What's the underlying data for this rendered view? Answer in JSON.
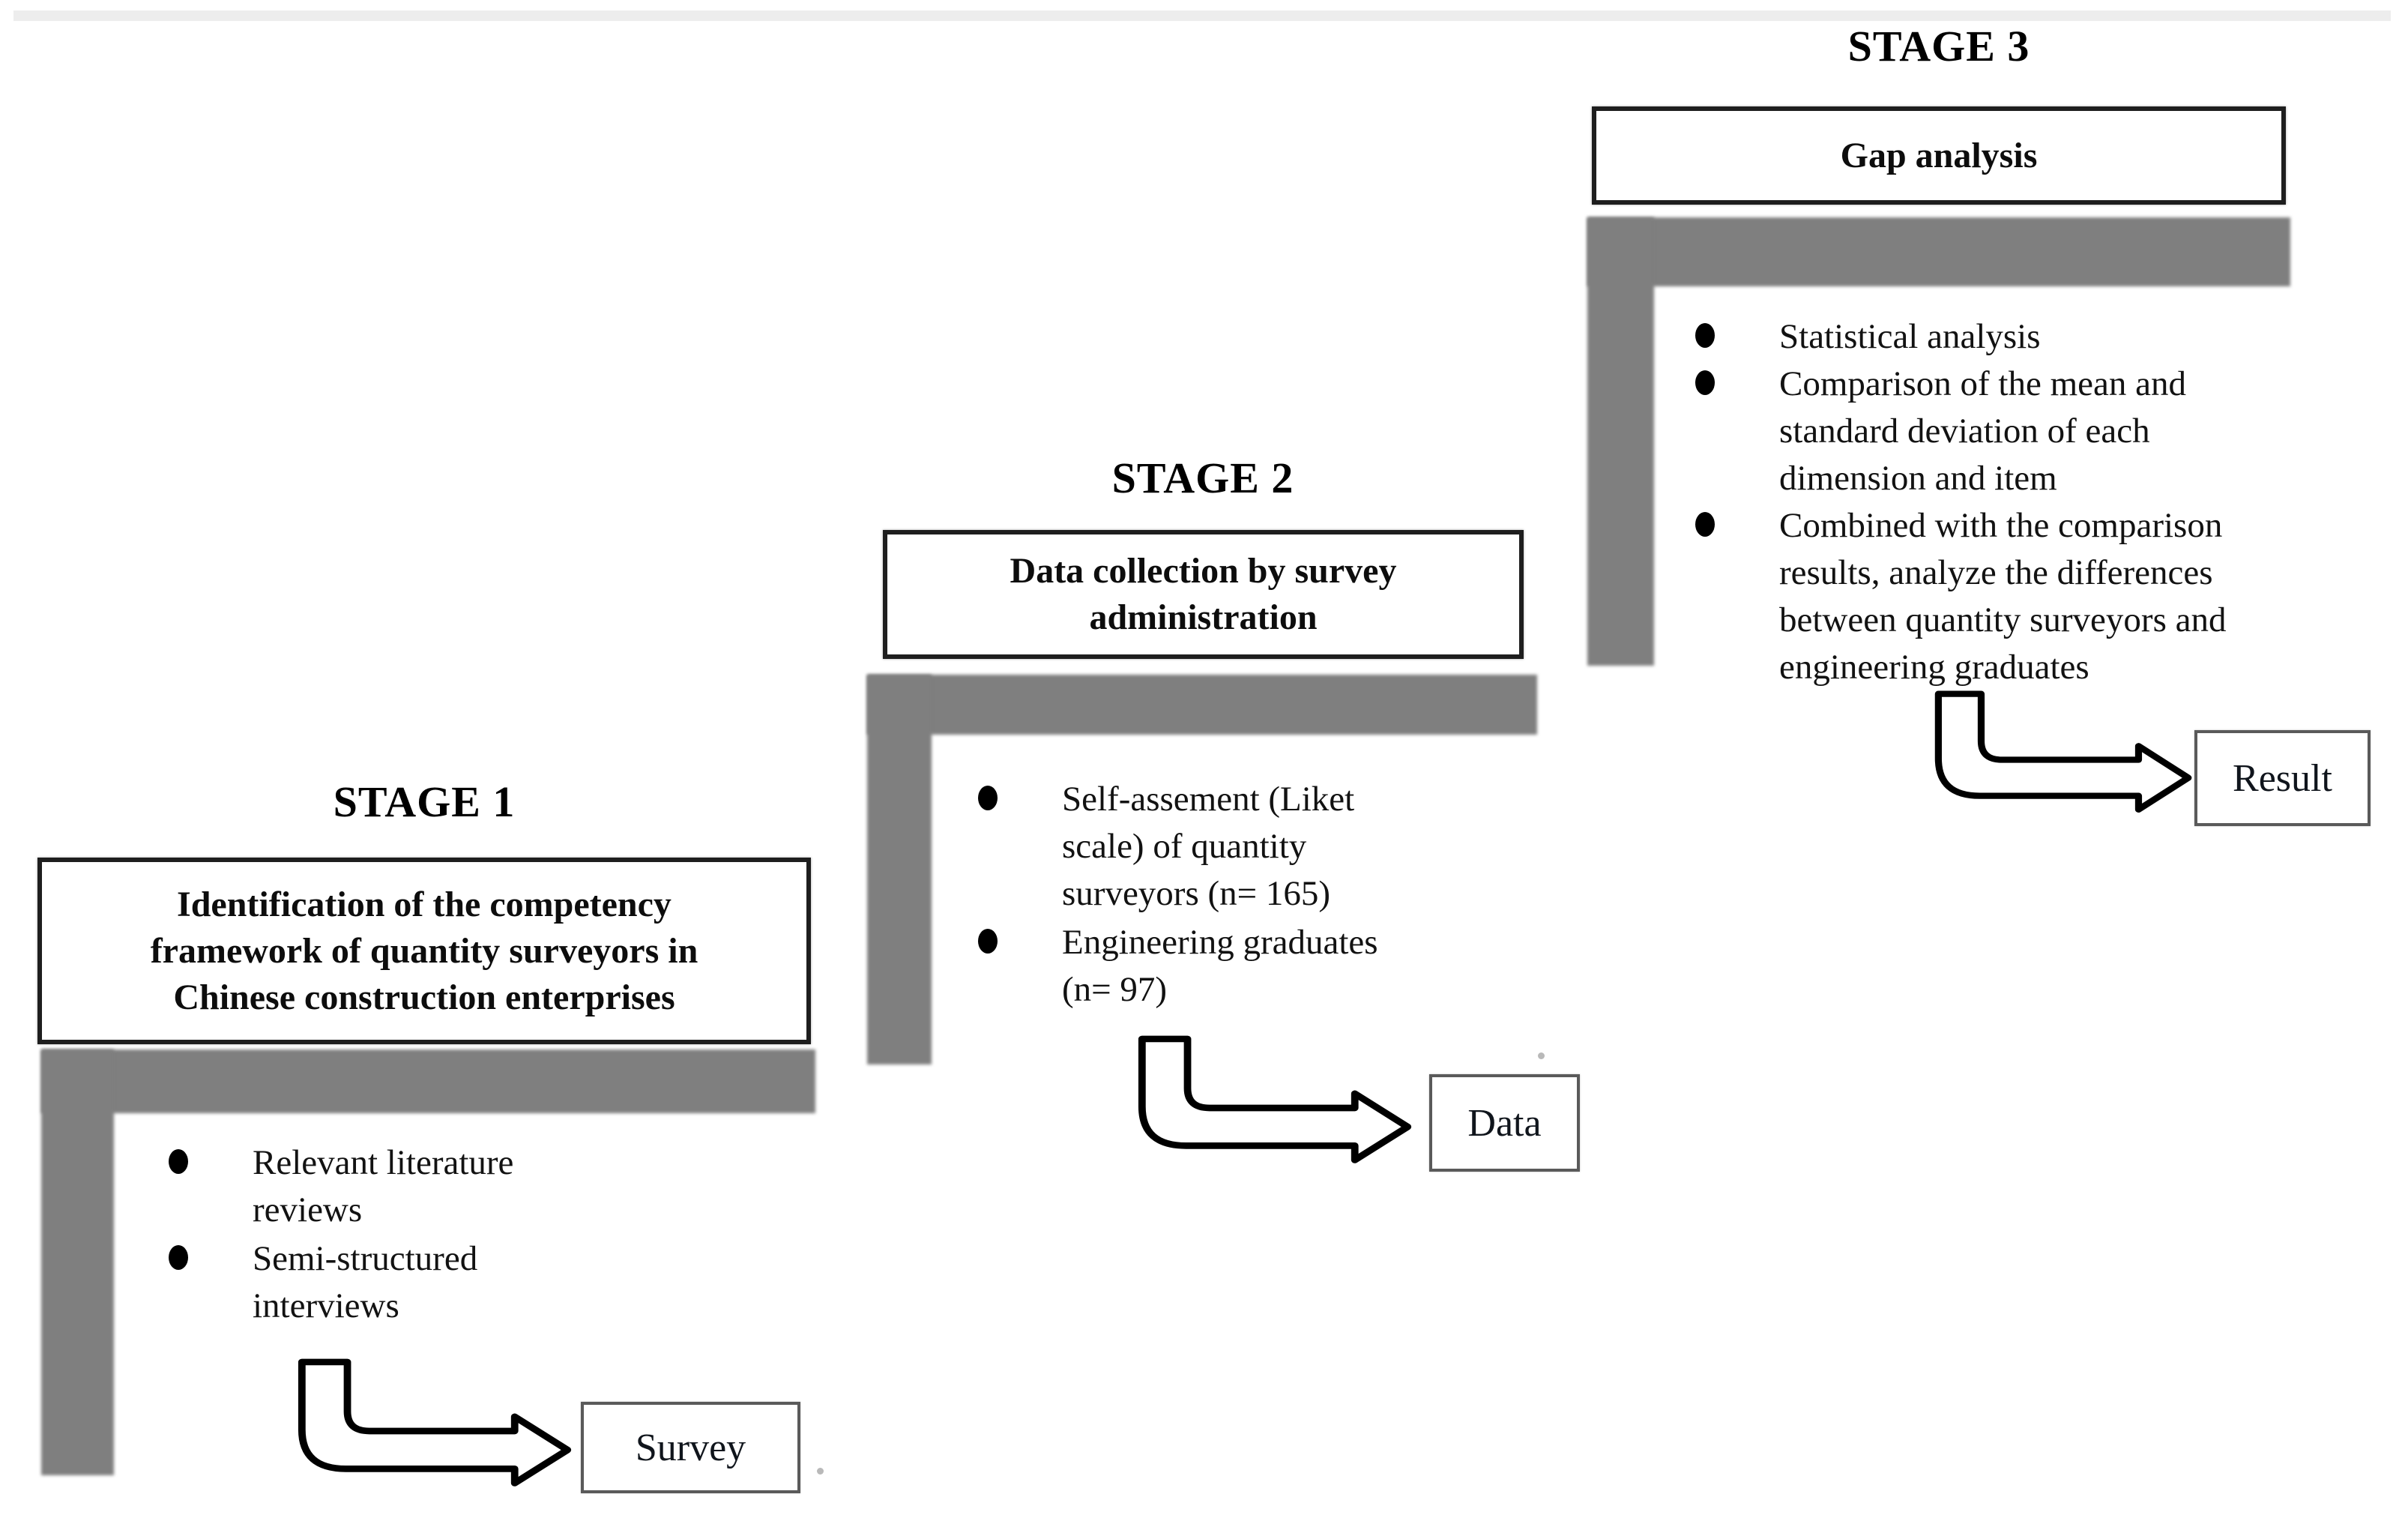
{
  "colors": {
    "bar_gray": "#7f7f7f",
    "stage_box_border": "#1e1e1e",
    "output_box_border": "#5a5a5a",
    "top_strip": "#ededed",
    "text": "#121212"
  },
  "stages": [
    {
      "heading": "STAGE 1",
      "title_lines": [
        "Identification of the competency",
        "framework of quantity surveyors in",
        "Chinese construction enterprises"
      ],
      "bullets": [
        {
          "lines": [
            "Relevant literature",
            "reviews"
          ]
        },
        {
          "lines": [
            "Semi-structured",
            "interviews"
          ]
        }
      ],
      "output": "Survey"
    },
    {
      "heading": "STAGE 2",
      "title_lines": [
        "Data collection by survey",
        "administration"
      ],
      "bullets": [
        {
          "lines": [
            "Self-assement (Liket",
            "scale) of quantity",
            "surveyors (n= 165)"
          ]
        },
        {
          "lines": [
            "Engineering graduates",
            "(n= 97)"
          ]
        }
      ],
      "output": "Data"
    },
    {
      "heading": "STAGE 3",
      "title_lines": [
        "Gap analysis"
      ],
      "bullets": [
        {
          "lines": [
            "Statistical analysis"
          ]
        },
        {
          "lines": [
            "Comparison of the mean and",
            "standard deviation of each",
            "dimension and item"
          ]
        },
        {
          "lines": [
            "Combined with the comparison",
            "results, analyze the differences",
            "between quantity surveyors and",
            "engineering graduates"
          ]
        }
      ],
      "output": "Result"
    }
  ]
}
